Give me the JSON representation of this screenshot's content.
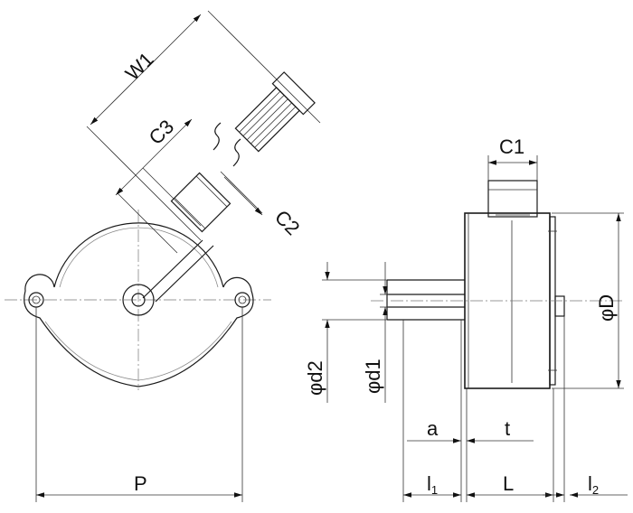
{
  "labels": {
    "w1": "W1",
    "c3": "C3",
    "c2": "C2",
    "c1": "C1",
    "p": "P",
    "phi_d": "φD",
    "phi_d1": "φd1",
    "phi_d2": "φd2",
    "a": "a",
    "t": "t",
    "l1": {
      "base": "l",
      "sub": "1"
    },
    "l": "L",
    "l2": {
      "base": "l",
      "sub": "2"
    }
  }
}
